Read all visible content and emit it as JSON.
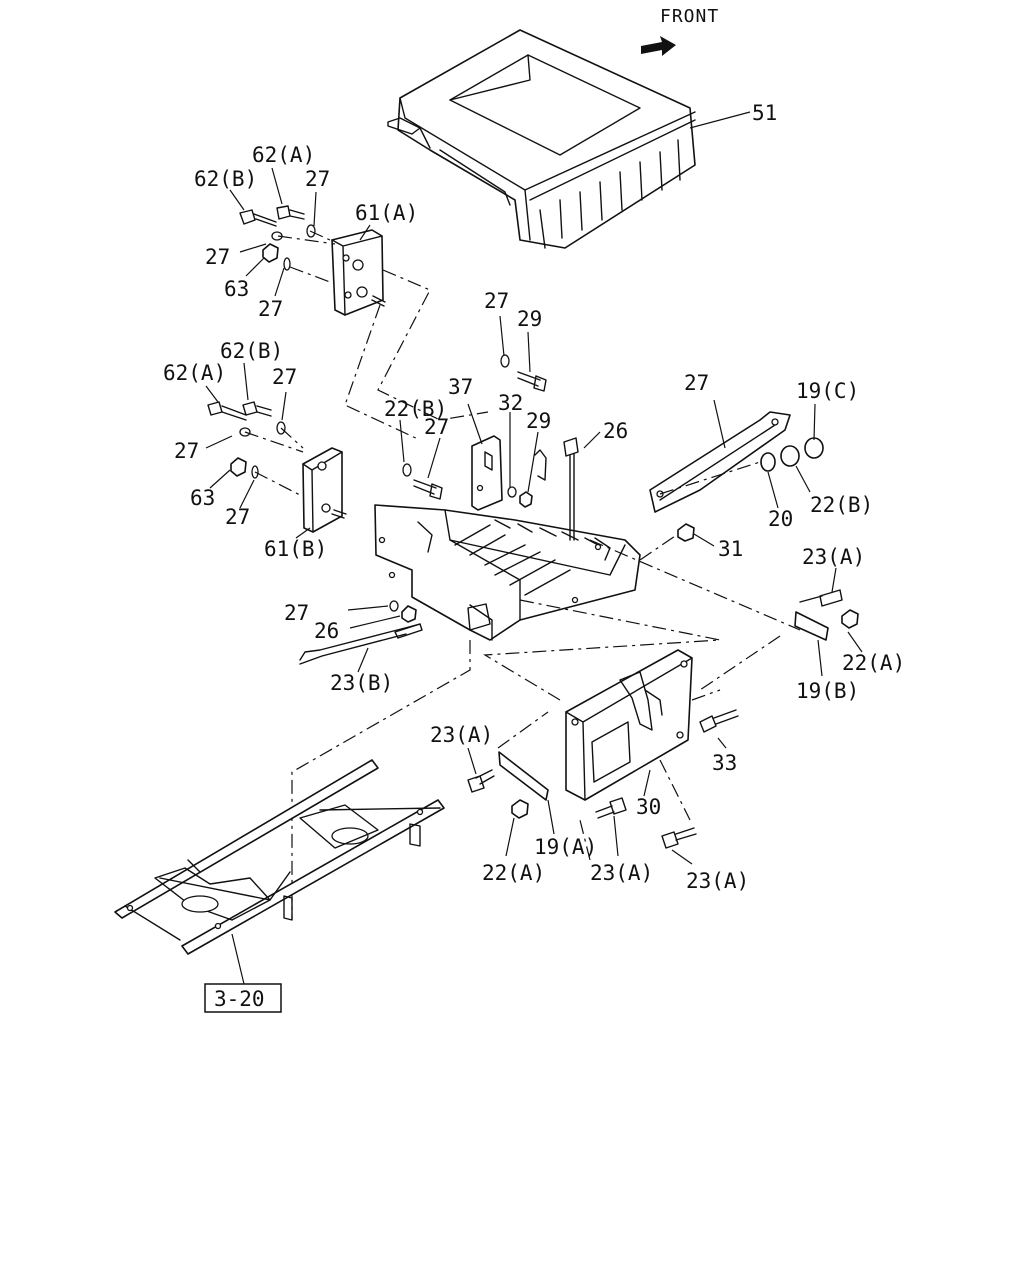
{
  "direction_label": "FRONT",
  "reference_box": "3-20",
  "callouts": [
    {
      "id": "c51",
      "text": "51"
    },
    {
      "id": "c62a_top",
      "text": "62(A)"
    },
    {
      "id": "c62b_top",
      "text": "62(B)"
    },
    {
      "id": "c27_top1",
      "text": "27"
    },
    {
      "id": "c61a",
      "text": "61(A)"
    },
    {
      "id": "c27_top2",
      "text": "27"
    },
    {
      "id": "c63_top",
      "text": "63"
    },
    {
      "id": "c27_top3",
      "text": "27"
    },
    {
      "id": "c27_mid1",
      "text": "27"
    },
    {
      "id": "c29_mid1",
      "text": "29"
    },
    {
      "id": "c62b_mid",
      "text": "62(B)"
    },
    {
      "id": "c62a_mid",
      "text": "62(A)"
    },
    {
      "id": "c27_mid2",
      "text": "27"
    },
    {
      "id": "c37",
      "text": "37"
    },
    {
      "id": "c27_mid3",
      "text": "27"
    },
    {
      "id": "c19c",
      "text": "19(C)"
    },
    {
      "id": "c22b_1",
      "text": "22(B)"
    },
    {
      "id": "c27_mid4",
      "text": "27"
    },
    {
      "id": "c29_mid2",
      "text": "29"
    },
    {
      "id": "c26_mid",
      "text": "26"
    },
    {
      "id": "c32",
      "text": "32"
    },
    {
      "id": "c27_mid5",
      "text": "27"
    },
    {
      "id": "c63_mid",
      "text": "63"
    },
    {
      "id": "c27_mid6",
      "text": "27"
    },
    {
      "id": "c20",
      "text": "20"
    },
    {
      "id": "c22b_2",
      "text": "22(B)"
    },
    {
      "id": "c61b",
      "text": "61(B)"
    },
    {
      "id": "c31",
      "text": "31"
    },
    {
      "id": "c23a_r",
      "text": "23(A)"
    },
    {
      "id": "c27_low",
      "text": "27"
    },
    {
      "id": "c26_low",
      "text": "26"
    },
    {
      "id": "c22a_r",
      "text": "22(A)"
    },
    {
      "id": "c23b",
      "text": "23(B)"
    },
    {
      "id": "c19b",
      "text": "19(B)"
    },
    {
      "id": "c23a_l",
      "text": "23(A)"
    },
    {
      "id": "c33",
      "text": "33"
    },
    {
      "id": "c30",
      "text": "30"
    },
    {
      "id": "c19a",
      "text": "19(A)"
    },
    {
      "id": "c22a_b",
      "text": "22(A)"
    },
    {
      "id": "c23a_b1",
      "text": "23(A)"
    },
    {
      "id": "c23a_b2",
      "text": "23(A)"
    }
  ]
}
